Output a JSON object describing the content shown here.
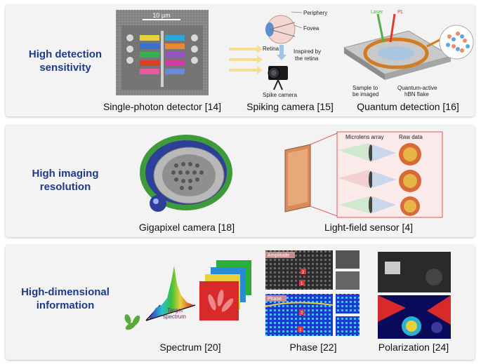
{
  "rows": [
    {
      "label_line1": "High detection",
      "label_line2": "sensitivity"
    },
    {
      "label_line1": "High imaging",
      "label_line2": "resolution"
    },
    {
      "label_line1": "High-dimensional",
      "label_line2": "information"
    }
  ],
  "captions": {
    "single_photon": "Single-photon detector [14]",
    "spiking": "Spiking camera [15]",
    "quantum": "Quantum detection [16]",
    "gigapixel": "Gigapixel camera [18]",
    "lightfield": "Light-field sensor [4]",
    "spectrum": "Spectrum [20]",
    "phase": "Phase [22]",
    "polarization": "Polarization [24]"
  },
  "annotations": {
    "scale_bar": "10 µm",
    "periphery": "Periphery",
    "fovea": "Fovea",
    "retina": "Retina",
    "inspired_line1": "Inspired by",
    "inspired_line2": "the retina",
    "spike_camera": "Spike camera",
    "laser": "Laser",
    "pl": "PL",
    "sample_line1": "Sample to",
    "sample_line2": "be imaged",
    "quantum_line1": "Quantum-active",
    "quantum_line2": "hBN flake",
    "microlens": "Microlens array",
    "raw_data": "Raw data",
    "target_line1": "Target",
    "target_line2": "spectrum",
    "amplitude": "Amplitude",
    "phase_tag": "Phase",
    "n1": "1",
    "n2": "2"
  },
  "colors": {
    "row_label": "#1f3a8a",
    "panel_bg": "#f3f3f3",
    "target_spectrum": "#8b1a6b"
  }
}
